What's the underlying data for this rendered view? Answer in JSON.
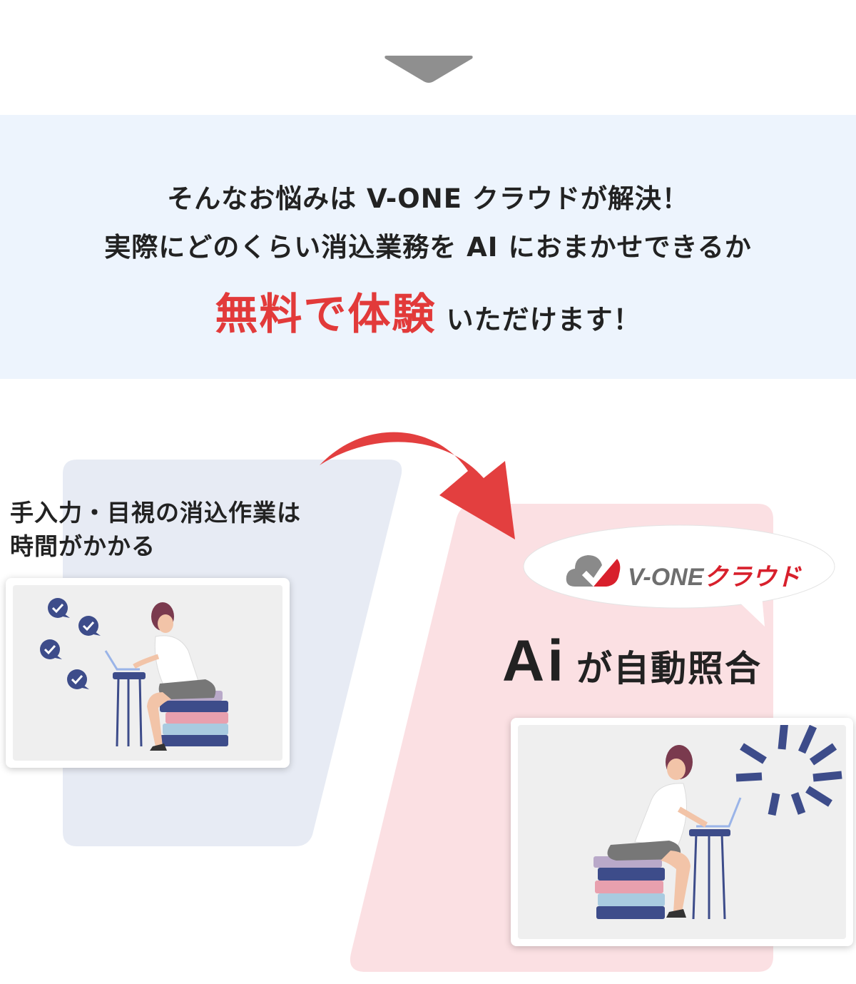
{
  "colors": {
    "band_bg": "#edf4fd",
    "highlight_red": "#e23a3a",
    "left_panel": "#e7ebf4",
    "right_panel": "#fbe0e3",
    "arrow_gray": "#8f8f8f",
    "navy": "#3d4c8a",
    "logo_red": "#d8202c"
  },
  "header": {
    "arrow_icon": "chevron-down-icon"
  },
  "banner": {
    "line1": "そんなお悩みは V-ONE クラウドが解決！",
    "line2": "実際にどのくらい消込業務を AI におまかせできるか",
    "highlight": "無料で体験",
    "line3_rest": " いただけます！"
  },
  "left": {
    "caption_line1": "手入力・目視の消込作業は",
    "caption_line2": "時間がかかる",
    "illustration": "woman-working-laptop-checkmarks"
  },
  "right": {
    "logo_text_latin": "V-ONE",
    "logo_text_kana": "クラウド",
    "ai_label": "Ai",
    "ai_rest": "が自動照合",
    "illustration": "woman-working-laptop-loading"
  }
}
